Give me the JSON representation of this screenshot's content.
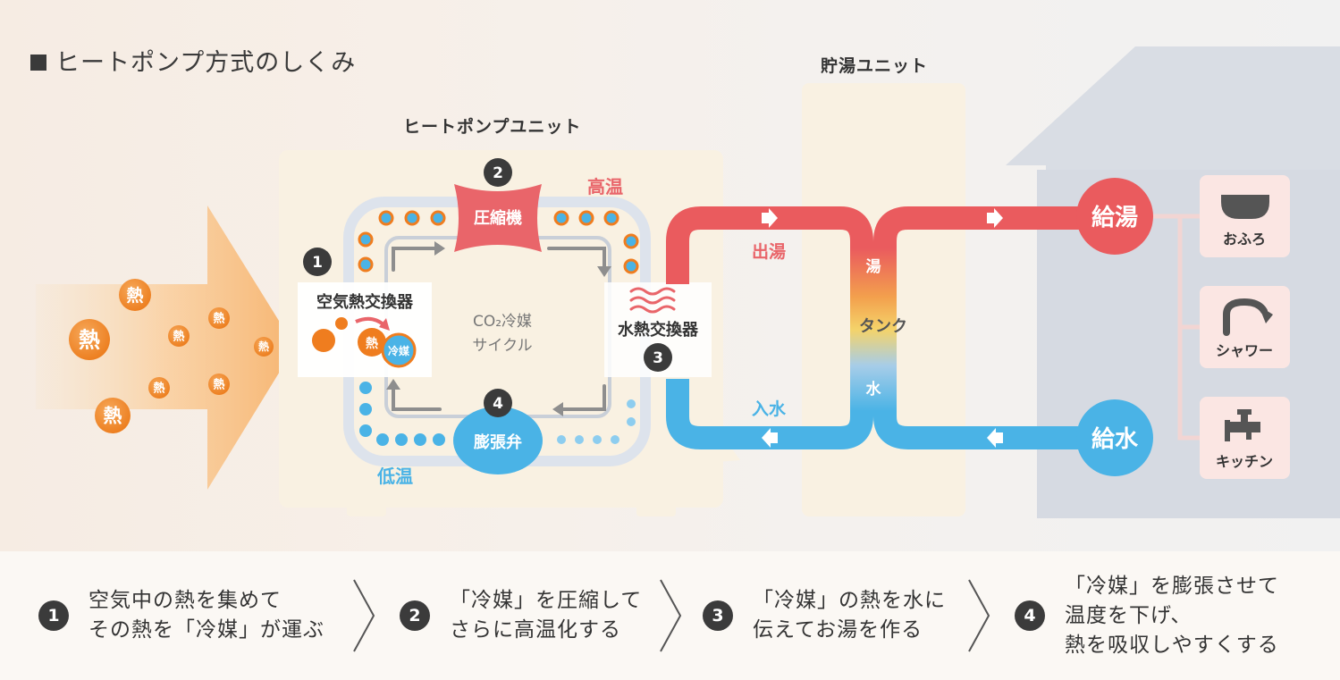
{
  "title": "ヒートポンプ方式のしくみ",
  "units": {
    "heat_pump": "ヒートポンプユニット",
    "storage": "貯湯ユニット"
  },
  "heat_pump": {
    "refrigerant_cycle": [
      "CO₂冷媒",
      "サイクル"
    ],
    "high_temp": "高温",
    "low_temp": "低温",
    "components": [
      {
        "number": "1",
        "label": "空気熱交換器"
      },
      {
        "number": "2",
        "label": "圧縮機"
      },
      {
        "number": "3",
        "label": "水熱交換器"
      },
      {
        "number": "4",
        "label": "膨張弁"
      }
    ],
    "heat_chip": "熱",
    "refrigerant_chip": "冷媒"
  },
  "heat_particles": [
    "熱",
    "熱",
    "熱",
    "熱",
    "熱",
    "熱",
    "熱",
    "熱",
    "熱"
  ],
  "pipes": {
    "hot_out": "出湯",
    "water_in": "入水"
  },
  "tank": {
    "top": "湯",
    "middle": "タンク",
    "bottom": "水"
  },
  "house": {
    "hot_supply": "給湯",
    "water_supply": "給水",
    "fixtures": [
      {
        "label": "おふろ",
        "icon": "bathtub-icon"
      },
      {
        "label": "シャワー",
        "icon": "shower-icon"
      },
      {
        "label": "キッチン",
        "icon": "faucet-icon"
      }
    ]
  },
  "steps": [
    {
      "number": "1",
      "text": "空気中の熱を集めて\nその熱を「冷媒」が運ぶ"
    },
    {
      "number": "2",
      "text": "「冷媒」を圧縮して\nさらに高温化する"
    },
    {
      "number": "3",
      "text": "「冷媒」の熱を水に\n伝えてお湯を作る"
    },
    {
      "number": "4",
      "text": "「冷媒」を膨張させて\n温度を下げ、\n熱を吸収しやすくする"
    }
  ],
  "colors": {
    "hot": "#ea5b5e",
    "cold": "#4ab3e6",
    "heat": "#f08a1f",
    "dark": "#3b3b3b"
  }
}
